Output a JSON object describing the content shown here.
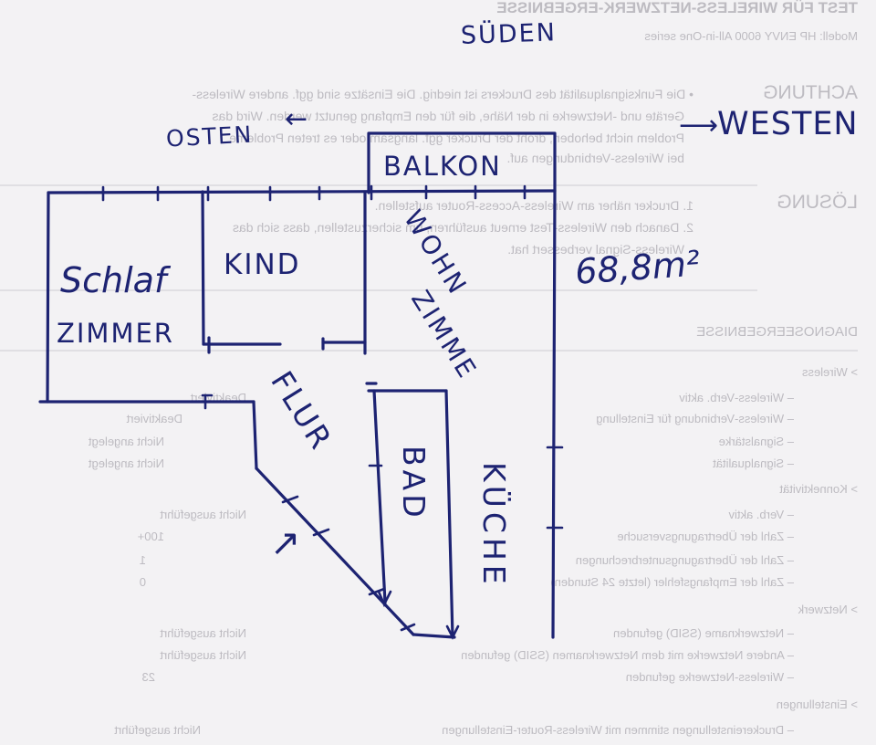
{
  "compass": {
    "south": "SÜDEN",
    "east": "OSTEN",
    "west": "WESTEN",
    "east_arrow": "←",
    "west_arrow": "⟶"
  },
  "area": "68,8m²",
  "rooms": {
    "balcony": "BALKON",
    "child": "KIND",
    "bedroom_line1": "Schlaf",
    "bedroom_line2": "ZIMMER",
    "living_line1": "WOHN",
    "living_line2": "ZIMME",
    "hall": "FLUR",
    "bath": "BAD",
    "kitchen": "KÜCHE"
  },
  "entrance_arrow": "↗",
  "ink_color": "#1d2372",
  "background_text": {
    "title": "TEST FÜR WIRELESS-NETZWERK-ERGEBNISSE",
    "model": "Modell: HP ENVY 6000 All-in-One series",
    "achtung_label": "ACHTUNG",
    "achtung_lines": [
      "• Die Funksignalqualität des Druckers ist niedrig. Die Einsätze sind ggf. andere Wireless-",
      "Geräte und -Netzwerke in der Nähe, die für den Empfang genutzt werden. Wird das",
      "Problem nicht behoben, droht der Drucker ggf. langsam oder es treten Probleme",
      "bei Wireless-Verbindungen auf."
    ],
    "loesung_label": "LÖSUNG",
    "loesung_lines": [
      "1. Drucker näher am Wireless-Access-Router aufstellen.",
      "2. Danach den Wireless-Test erneut ausführen, um sicherzustellen, dass sich das",
      "Wireless-Signal verbessert hat."
    ],
    "diagnosis_heading": "DIAGNOSEERGEBNISSE",
    "sections": [
      {
        "label": "> Wireless",
        "rows": [
          {
            "text": "– Wireless-Verb. aktiv",
            "value": "Deaktiviert"
          },
          {
            "text": "– Wireless-Verbindung für Einstellung",
            "value": "Deaktiviert"
          },
          {
            "text": "– Signalstärke",
            "value": "Nicht angelegt"
          },
          {
            "text": "– Signalqualität",
            "value": "Nicht angelegt"
          }
        ]
      },
      {
        "label": "> Konnektivität",
        "rows": [
          {
            "text": "– Verb. aktiv",
            "value": "Nicht ausgeführt"
          },
          {
            "text": "– Zahl der Übertragungsversuche",
            "value": "100+"
          },
          {
            "text": "– Zahl der Übertragungsunterbrechungen",
            "value": "1"
          },
          {
            "text": "– Zahl der Empfangsfehler (letzte 24 Stunden)",
            "value": "0"
          }
        ]
      },
      {
        "label": "> Netzwerk",
        "rows": [
          {
            "text": "– Netzwerkname (SSID) gefunden",
            "value": "Nicht ausgeführt"
          },
          {
            "text": "– Andere Netzwerke mit dem Netzwerknamen (SSID) gefunden",
            "value": "Nicht ausgeführt"
          },
          {
            "text": "– Wireless-Netzwerke gefunden",
            "value": "23"
          }
        ]
      },
      {
        "label": "> Einstellungen",
        "rows": [
          {
            "text": "– Druckereinstellungen stimmen mit Wireless-Router-Einstellungen",
            "value": "Nicht ausgeführt"
          }
        ]
      }
    ]
  }
}
